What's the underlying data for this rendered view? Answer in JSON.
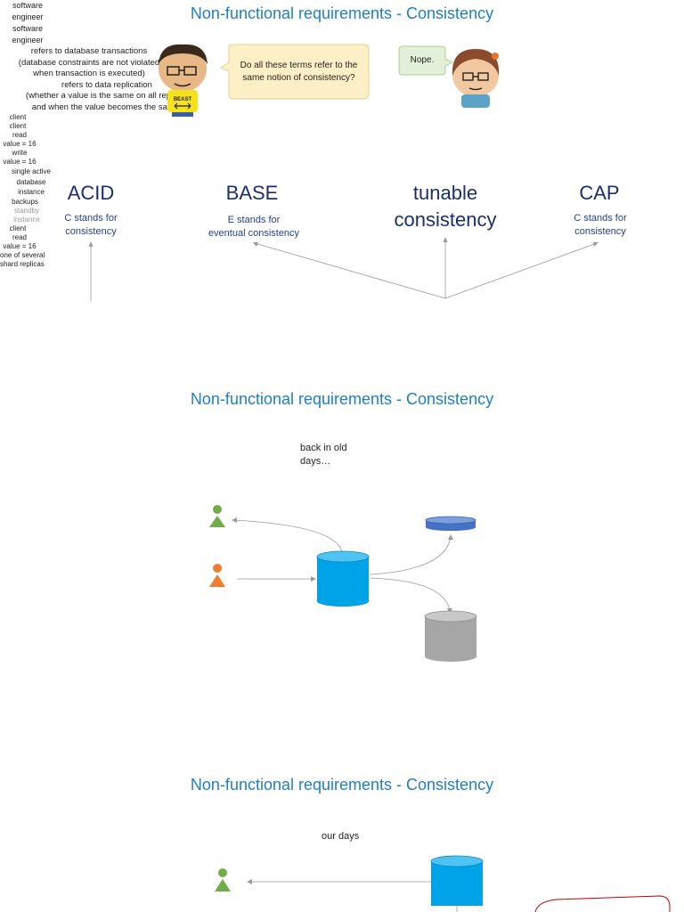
{
  "slides": [
    {
      "title": "Non-functional requirements - Consistency",
      "left_speaker": {
        "label_line1": "software",
        "label_line2": "engineer",
        "shirt": "BEAST"
      },
      "right_speaker": {
        "label_line1": "software",
        "label_line2": "engineer"
      },
      "question_bubble": {
        "line1": "Do all these terms refer to the",
        "line2": "same notion of consistency?"
      },
      "answer_bubble": "Nope.",
      "terms": [
        {
          "name": "ACID",
          "desc_line1": "C stands for",
          "desc_line2": "consistency"
        },
        {
          "name": "BASE",
          "desc_line1": "E stands for",
          "desc_line2": "eventual consistency"
        },
        {
          "name_line1": "tunable",
          "name_line2": "consistency"
        },
        {
          "name": "CAP",
          "desc_line1": "C stands for",
          "desc_line2": "consistency"
        }
      ],
      "note_transactions": {
        "line1": "refers to database transactions",
        "line2": "(database constraints are not violated",
        "line3": "when transaction is executed)"
      },
      "note_replication": {
        "line1": "refers to data replication",
        "line2": "(whether a value is the same on all replicas",
        "line3": "and when the value becomes the same)"
      }
    },
    {
      "title": "Non-functional requirements - Consistency",
      "caption_line1": "back in old",
      "caption_line2": "days…",
      "client_read": "client",
      "client_write": "client",
      "read_label": {
        "line1": "read",
        "line2": "value = 16"
      },
      "write_label": {
        "line1": "write",
        "line2": "value = 16"
      },
      "db_label": {
        "line1": "single active",
        "line2": "database",
        "line3": "instance"
      },
      "backups_label": "backups",
      "standby_label": {
        "line1": "standby",
        "line2": "instance"
      }
    },
    {
      "title": "Non-functional requirements - Consistency",
      "caption": "our days",
      "client": "client",
      "read_label": {
        "line1": "read",
        "line2": "value = 16"
      },
      "shard_label": {
        "line1": "one of several",
        "line2": "shard replicas"
      }
    }
  ],
  "colors": {
    "title_blue": "#1f7fc4",
    "term_navy": "#1b2f6b",
    "db_blue": "#00a2e8",
    "backup_blue": "#4472c4",
    "standby_gray": "#a6a6a6",
    "client_green": "#70ad47",
    "client_orange": "#ed7d31",
    "question_fill": "#fdf0c6",
    "answer_fill": "#e2f0d9",
    "callout_red": "#c00000"
  }
}
